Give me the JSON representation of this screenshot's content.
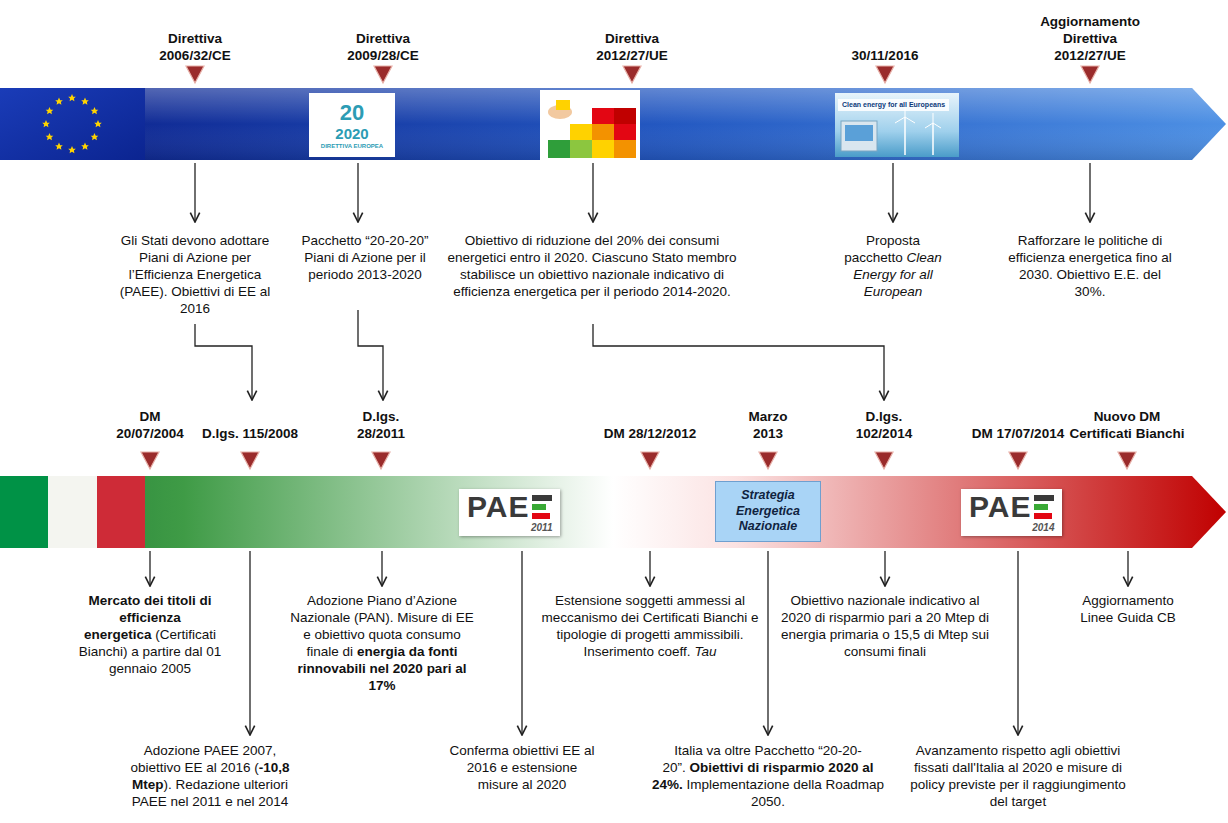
{
  "diagram": {
    "nodes": [
      {
        "text": [
          "20",
          "2020",
          "DIRETTIVA EUROPEA"
        ]
      },
      {
        "text": [
          "Clean energy for all Europeans"
        ]
      },
      {
        "text": [
          "PAE",
          "2011"
        ]
      },
      {
        "text": [
          "Strategia Energetica Nazionale"
        ]
      },
      {
        "text": [
          "PAE",
          "2014"
        ]
      }
    ],
    "labels": [
      "Direttiva 2006/32/CE",
      "Direttiva 2009/28/CE",
      "Direttiva 2012/27/UE",
      "30/11/2016",
      "Aggiornamento Direttiva 2012/27/UE",
      "Gli Stati devono adottare Piani di Azione per l’Efficienza Energetica (PAEE). Obiettivi di EE al 2016",
      "Pacchetto “20-20-20” Piani di Azione per il periodo 2013-2020",
      "Obiettivo di riduzione del 20% dei consumi energetici entro il 2020. Ciascuno Stato membro stabilisce un obiettivo nazionale indicativo di efficienza energetica per il periodo 2014-2020.",
      "Proposta pacchetto",
      "Clean Energy for all European",
      "Rafforzare le politiche di efficienza energetica fino al 2030. Obiettivo E.E. del 30%.",
      "DM 20/07/2004",
      "D.lgs. 115/2008",
      "D.lgs. 28/2011",
      "DM 28/12/2012",
      "Marzo 2013",
      "D.lgs. 102/2014",
      "DM 17/07/2014",
      "Nuovo DM Certificati Bianchi",
      "Mercato dei titoli di efficienza energetica",
      "(Certificati Bianchi) a partire dal 01 gennaio 2005",
      "Adozione PAEE 2007, obiettivo EE al 2016 (",
      "-10,8 Mtep",
      "). Redazione ulteriori PAEE nel 2011 e nel 2014",
      "Adozione Piano d’Azione Nazionale (PAN). Misure di EE e obiettivo quota consumo finale di",
      "energia da fonti rinnovabili nel 2020 pari al 17%",
      "Conferma obiettivi EE al 2016 e estensione misure al 2020",
      "Estensione soggetti ammessi al meccanismo dei Certificati Bianchi e tipologie di progetti ammissibili. Inserimento coeff.",
      "Tau",
      "Obiettivo nazionale indicativo al 2020 di risparmio pari a 20 Mtep di energia primaria o 15,5 di Mtep sui consumi finali",
      "Aggiornamento Linee Guida CB",
      "Italia va oltre Pacchetto “20-20-20”.",
      "Obiettivi di risparmio 2020 al 24%.",
      "Implementazione della Roadmap 2050.",
      "Avanzamento rispetto agli obiettivi fissati dall'Italia al 2020 e misure di policy previste per il raggiungimento del target"
    ]
  }
}
